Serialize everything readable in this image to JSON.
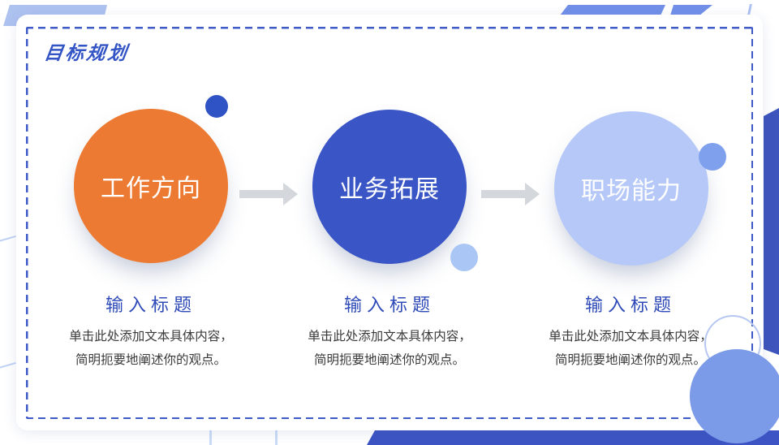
{
  "slide": {
    "title": "目标规划"
  },
  "steps": [
    {
      "label": "工作方向",
      "circle_color": "#EC7A32",
      "accent_circle_color": "#2F53C5",
      "subtitle": "输入标题",
      "body_line1": "单击此处添加文本具体内容，",
      "body_line2": "简明扼要地阐述你的观点。"
    },
    {
      "label": "业务拓展",
      "circle_color": "#3A55C5",
      "accent_circle_color": "#A9C6F5",
      "subtitle": "输入标题",
      "body_line1": "单击此处添加文本具体内容，",
      "body_line2": "简明扼要地阐述你的观点。"
    },
    {
      "label": "职场能力",
      "circle_color": "#B5C8F7",
      "accent_circle_color": "#7FA0EC",
      "subtitle": "输入标题",
      "body_line1": "单击此处添加文本具体内容，",
      "body_line2": "简明扼要地阐述你的观点。"
    }
  ],
  "colors": {
    "title": "#3354C5",
    "subtitle": "#2F4BB8",
    "dashed_border": "#3F5BC8",
    "arrow": "#D4D8DC",
    "decor_light_band": "#AEC2F0",
    "decor_top_shape": "#7290E8",
    "decor_right_band": "#3D55BC",
    "decor_bottom_band": "#3D55C4",
    "decor_big_circle": "#7B9BE8",
    "decor_ring": "#B6C8F2"
  }
}
